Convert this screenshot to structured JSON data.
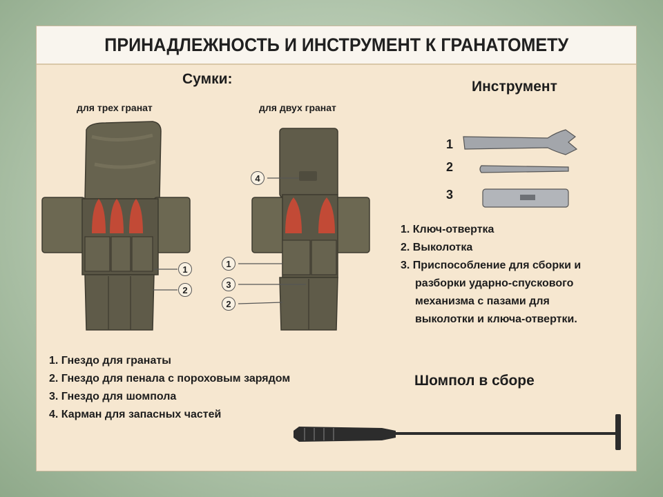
{
  "title": "ПРИНАДЛЕЖНОСТЬ И ИНСТРУМЕНТ К ГРАНАТОМЕТУ",
  "bags": {
    "heading": "Сумки:",
    "three": {
      "caption": "для трех гранат",
      "callouts": [
        "1",
        "2"
      ]
    },
    "two": {
      "caption": "для двух гранат",
      "callouts": [
        "4",
        "1",
        "3",
        "2"
      ]
    },
    "legend": [
      "1. Гнездо для гранаты",
      "2. Гнездо для пенала с пороховым зарядом",
      "3. Гнездо для шомпола",
      "4. Карман для запасных  частей"
    ]
  },
  "tools": {
    "heading": "Инструмент",
    "numbers": [
      "1",
      "2",
      "3"
    ],
    "legend": [
      "1. Ключ-отвертка",
      "2. Выколотка",
      "3. Приспособление для сборки и",
      "разборки ударно-спускового",
      "механизма с пазами для",
      "выколотки и ключа-отвертки."
    ]
  },
  "rod": {
    "heading": "Шомпол в сборе"
  },
  "colors": {
    "canvas": "#f6e7d0",
    "bag": "#5e5a48",
    "bag_light": "#7b765f",
    "grenade": "#c24a36",
    "tool": "#9a9da3"
  }
}
